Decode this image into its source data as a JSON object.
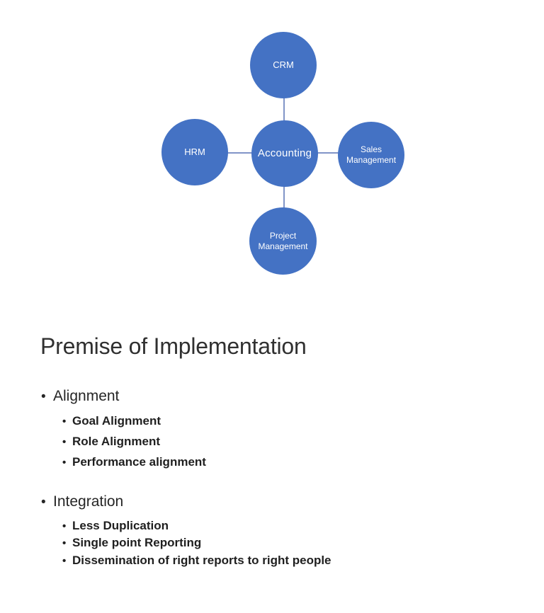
{
  "diagram": {
    "circle_color": "#4472C4",
    "connector_color": "#8194C7",
    "node_text_color": "#FFFFFF",
    "nodes": {
      "center": {
        "label": "Accounting"
      },
      "top": {
        "label": "CRM"
      },
      "left": {
        "label": "HRM"
      },
      "right": {
        "label": "Sales Management"
      },
      "bottom": {
        "label": "Project Management"
      }
    }
  },
  "heading": "Premise of Implementation",
  "sections": [
    {
      "title": "Alignment",
      "items": [
        "Goal Alignment",
        "Role Alignment",
        "Performance alignment"
      ]
    },
    {
      "title": "Integration",
      "items": [
        "Less Duplication",
        "Single point Reporting",
        "Dissemination of right reports to right people"
      ]
    }
  ]
}
